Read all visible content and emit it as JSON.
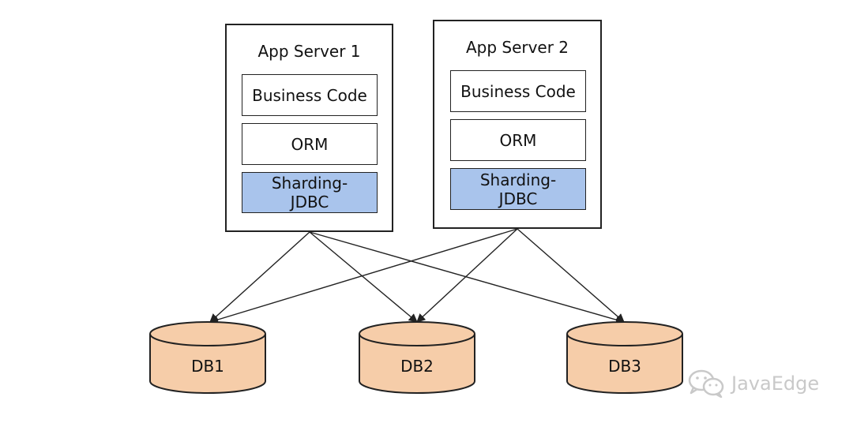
{
  "servers": [
    {
      "title": "App Server 1",
      "layers": {
        "business": "Business Code",
        "orm": "ORM",
        "sharding": "Sharding-\nJDBC"
      }
    },
    {
      "title": "App Server 2",
      "layers": {
        "business": "Business Code",
        "orm": "ORM",
        "sharding": "Sharding-\nJDBC"
      }
    }
  ],
  "databases": [
    "DB1",
    "DB2",
    "DB3"
  ],
  "watermark": "JavaEdge",
  "colors": {
    "sharding_fill": "#a9c4ec",
    "db_fill": "#f6cda9",
    "stroke": "#222222",
    "watermark": "#c9c9c9"
  },
  "icons": {
    "watermark_icon": "wechat-icon"
  }
}
